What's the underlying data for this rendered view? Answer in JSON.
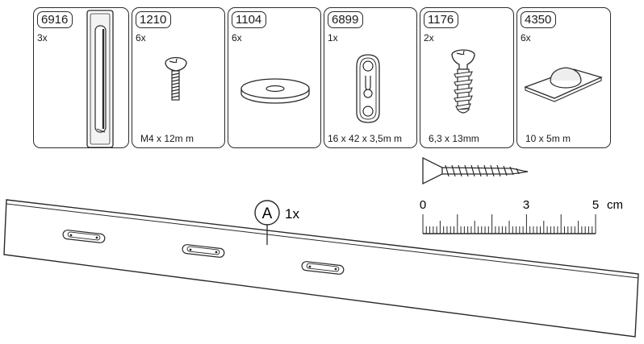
{
  "parts": [
    {
      "code": "6916",
      "qty": "3x",
      "dims": "",
      "icon": "recessed-handle-icon"
    },
    {
      "code": "1210",
      "qty": "6x",
      "dims": "M4 x 12m  m",
      "icon": "machine-screw-icon"
    },
    {
      "code": "1104",
      "qty": "6x",
      "dims": "",
      "icon": "washer-icon"
    },
    {
      "code": "6899",
      "qty": "1x",
      "dims": "16 x 42 x 3,5m m",
      "icon": "keyhole-hanger-icon"
    },
    {
      "code": "1176",
      "qty": "2x",
      "dims": "6,3 x 13mm",
      "icon": "euro-screw-icon"
    },
    {
      "code": "4350",
      "qty": "6x",
      "dims": "10 x 5m m",
      "icon": "bumper-pad-icon"
    }
  ],
  "ruler": {
    "labels": [
      "0",
      "3",
      "5"
    ],
    "unit": "cm"
  },
  "panel": {
    "letter": "A",
    "qty": "1x"
  },
  "colors": {
    "line": "#2a2a2a",
    "fill": "#ffffff",
    "shade": "#d9d9d9"
  }
}
